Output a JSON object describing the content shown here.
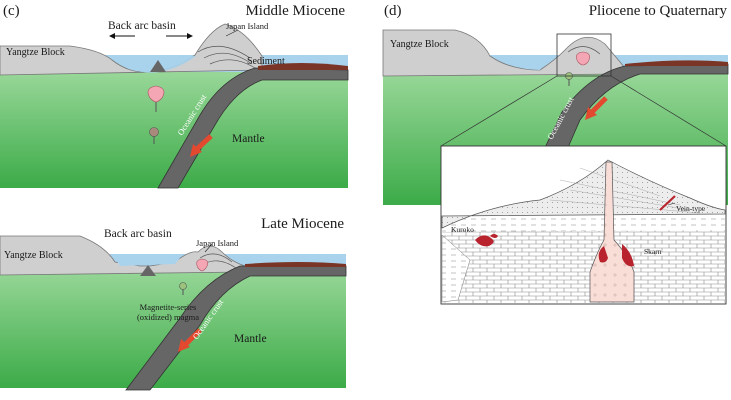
{
  "panels": {
    "c": {
      "letter": "(c)",
      "title": "Middle Miocene",
      "labels": {
        "yangtze": "Yangtze Block",
        "back_arc": "Back arc basin",
        "japan": "Japan Island",
        "sediment": "Sediment",
        "oceanic": "Oceanic crust",
        "mantle": "Mantle"
      }
    },
    "late": {
      "title": "Late Miocene",
      "labels": {
        "yangtze": "Yangtze Block",
        "back_arc": "Back arc basin",
        "japan": "Japan Island",
        "magma_line1": "Magnetite-series",
        "magma_line2": "(oxidized) magma",
        "oceanic": "Oceanic crust",
        "mantle": "Mantle"
      }
    },
    "d": {
      "letter": "(d)",
      "title": "Pliocene to Quaternary",
      "labels": {
        "yangtze": "Yangtze Block",
        "oceanic": "Oceanic crust"
      },
      "inset": {
        "kuroko": "Kuroko",
        "vein": "Vein-type",
        "skarn": "Skarn"
      }
    }
  },
  "colors": {
    "mantle_top": "#8fd28f",
    "mantle_bottom": "#3fae4a",
    "sea": "#a9d3ec",
    "crust_grey": "#cfcfcf",
    "slab": "#666666",
    "sediment": "#7a3527",
    "magma_pink": "#f4a6b4",
    "arrow_red": "#e2492f",
    "ore_red": "#b8232d",
    "intrusion": "#f9ddd7"
  }
}
